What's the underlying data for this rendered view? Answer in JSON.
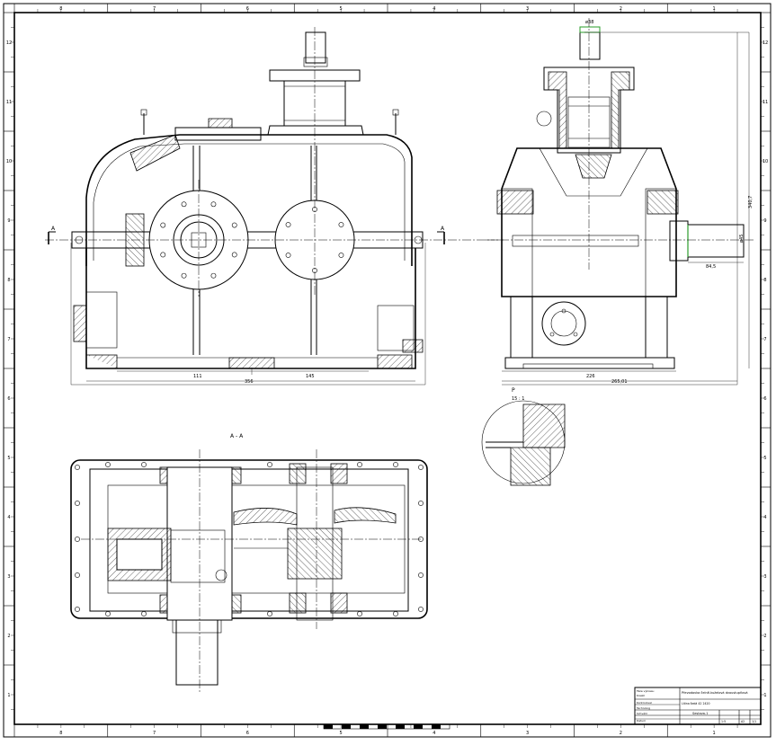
{
  "drawing": {
    "section_label": "A - A",
    "view_marks": [
      "A",
      "A"
    ],
    "detail_label": "P",
    "detail_scale": "15 : 1"
  },
  "frame": {
    "column_refs_top": [
      "8",
      "7",
      "6",
      "5",
      "4",
      "3",
      "2",
      "1"
    ],
    "row_refs_left": [
      "12",
      "11",
      "10",
      "9",
      "8",
      "7",
      "6",
      "5",
      "4",
      "3",
      "2",
      "1"
    ]
  },
  "front_view": {
    "dim_left": "111",
    "dim_right": "145",
    "dim_overall": "356"
  },
  "side_view": {
    "dim_top": "ø38",
    "dim_height": "340,7",
    "dim_shaft_len": "84,5",
    "dim_shaft_dia": "ø45",
    "dim_base": "226",
    "dim_overall": "265,01"
  },
  "title_block": {
    "rows_left": [
      "Fáze výkresu",
      "Kreslil",
      "Kontroloval",
      "Technolog",
      "Schválil",
      "Datum"
    ],
    "heading": "Převodovka čelně-kuželová dvoustupňová",
    "material": "Litina šedá 42 2420",
    "doc_number": "Sestava-1",
    "format": "A2",
    "sheet": "1/1",
    "scale": "1:5"
  }
}
